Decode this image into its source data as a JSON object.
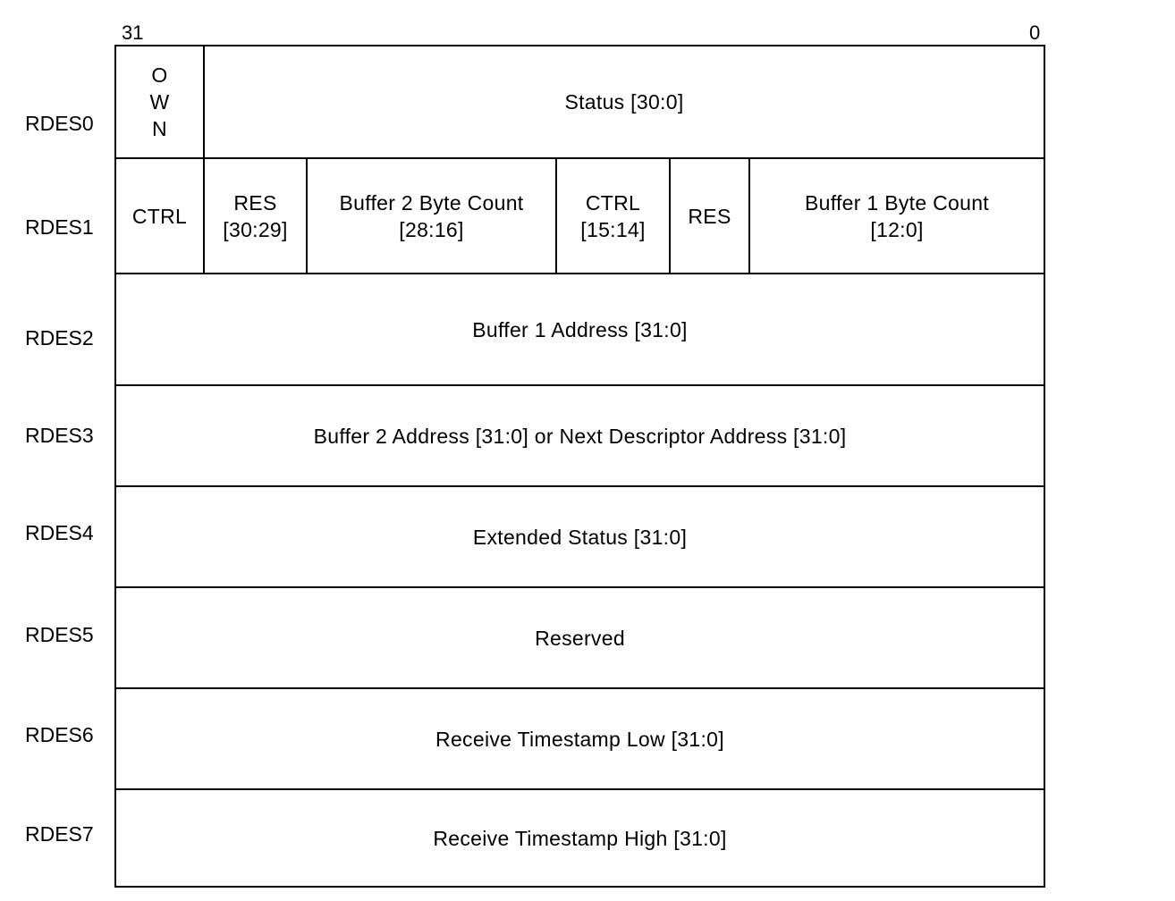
{
  "bits": {
    "high": "31",
    "low": "0"
  },
  "rows": [
    {
      "label": "RDES0"
    },
    {
      "label": "RDES1"
    },
    {
      "label": "RDES2"
    },
    {
      "label": "RDES3"
    },
    {
      "label": "RDES4"
    },
    {
      "label": "RDES5"
    },
    {
      "label": "RDES6"
    },
    {
      "label": "RDES7"
    }
  ],
  "rdes0": {
    "own": [
      "O",
      "W",
      "N"
    ],
    "status": "Status [30:0]"
  },
  "rdes1": {
    "ctrl_hi": "CTRL",
    "res_hi": {
      "line1": "RES",
      "line2": "[30:29]"
    },
    "buf2_count": {
      "line1": "Buffer 2 Byte Count",
      "line2": "[28:16]"
    },
    "ctrl_lo": {
      "line1": "CTRL",
      "line2": "[15:14]"
    },
    "res_lo": "RES",
    "buf1_count": {
      "line1": "Buffer 1 Byte Count",
      "line2": "[12:0]"
    }
  },
  "rdes2": "Buffer 1 Address [31:0]",
  "rdes3": "Buffer 2 Address [31:0] or Next Descriptor Address [31:0]",
  "rdes4": "Extended Status [31:0]",
  "rdes5": "Reserved",
  "rdes6": "Receive Timestamp Low [31:0]",
  "rdes7": "Receive Timestamp High [31:0]"
}
